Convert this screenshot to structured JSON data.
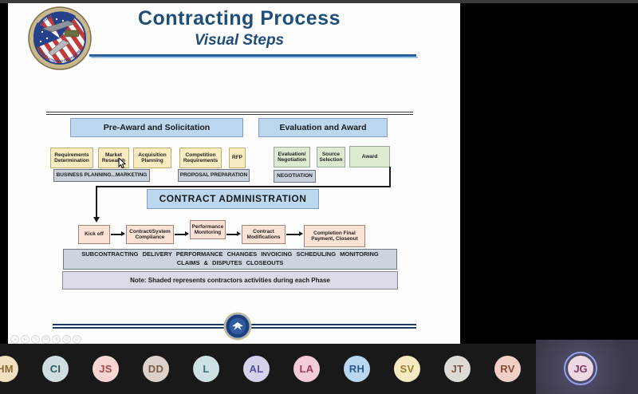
{
  "slide": {
    "title": "Contracting Process",
    "subtitle": "Visual Steps",
    "pre_award": {
      "header": "Pre-Award and Solicitation",
      "steps": [
        "Requirements Determination",
        "Market Research",
        "Acquisition Planning",
        "Competition Requirements",
        "RFP"
      ],
      "contractor_bars": [
        "BUSINESS PLANNING...MARKETING",
        "PROPOSAL PREPARATION"
      ]
    },
    "evaluation": {
      "header": "Evaluation and Award",
      "steps": [
        "Evaluation/ Negotiation",
        "Source Selection",
        "Award"
      ],
      "contractor_bars": [
        "NEGOTIATION"
      ]
    },
    "administration": {
      "header": "CONTRACT ADMINISTRATION",
      "steps": [
        "Kick off",
        "Contract/System Compliance",
        "Performance Monitoring",
        "Contract Modifications",
        "Completion Final Payment, Closeout"
      ],
      "contractor_bar_line1": "SUBCONTRACTING DELIVERY PERFORMANCE CHANGES INVOICING SCHEDULING MONITORING",
      "contractor_bar_line2": "CLAIMS & DISPUTES CLOSEOUTS"
    },
    "note": "Note:  Shaded represents contractors activities during each Phase",
    "logo_text_top": "Principal Director",
    "logo_text_bottom": "Defense Pricing and Contracting",
    "colors": {
      "title_blue": "#1f4e79",
      "phase_header_fill": "#bdd7ee",
      "step_yellow": "#f7ebbf",
      "step_green": "#dcead0",
      "step_peach": "#fbe2d5",
      "contractor_gray": "#c9d2dc",
      "note_fill": "#dbdbe7"
    }
  },
  "meeting": {
    "participants": [
      {
        "initials": "HM",
        "bg": "#f2e0c0",
        "fg": "#8a6b35"
      },
      {
        "initials": "CI",
        "bg": "#cfdde0",
        "fg": "#2e5a66"
      },
      {
        "initials": "JS",
        "bg": "#f6d5d3",
        "fg": "#a34c4c"
      },
      {
        "initials": "DD",
        "bg": "#ddd1cb",
        "fg": "#7d5b49"
      },
      {
        "initials": "L",
        "bg": "#cde0e4",
        "fg": "#3a6e7a"
      },
      {
        "initials": "AL",
        "bg": "#d6d2ec",
        "fg": "#5350a0"
      },
      {
        "initials": "LA",
        "bg": "#f3ccd9",
        "fg": "#a03a5c"
      },
      {
        "initials": "RH",
        "bg": "#b9d7f0",
        "fg": "#2b5b8e"
      },
      {
        "initials": "SV",
        "bg": "#f6eac2",
        "fg": "#9c7d2f"
      },
      {
        "initials": "JT",
        "bg": "#dedad6",
        "fg": "#7d5b49"
      },
      {
        "initials": "RV",
        "bg": "#f1d0c7",
        "fg": "#8e4a38"
      }
    ],
    "active_participant": {
      "initials": "JG",
      "bg": "#eed8e4",
      "fg": "#7c3a5e",
      "ring": "#99a2f2"
    }
  }
}
